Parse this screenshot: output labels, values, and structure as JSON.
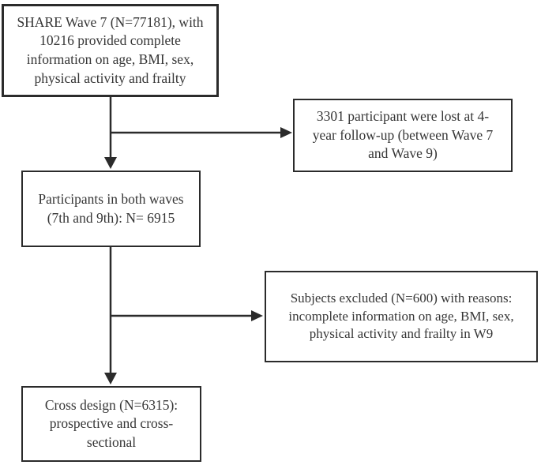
{
  "diagram": {
    "type": "flowchart",
    "colors": {
      "background": "#ffffff",
      "box_border": "#2b2b2b",
      "arrow": "#2b2b2b",
      "text": "#363636"
    },
    "nodes": [
      {
        "id": "share-wave7",
        "text": "SHARE Wave 7 (N=77181), with\n10216 provided complete\ninformation on age, BMI, sex,\nphysical activity and frailty"
      },
      {
        "id": "lost-followup",
        "text": "3301 participant were lost at 4-\nyear follow-up (between Wave 7\nand Wave 9)"
      },
      {
        "id": "both-waves",
        "text": "Participants in both waves\n(7th and 9th): N= 6915"
      },
      {
        "id": "subjects-excluded",
        "text": "Subjects excluded (N=600) with reasons:\nincomplete information on age, BMI, sex,\nphysical activity and frailty in W9"
      },
      {
        "id": "cross-design",
        "text": "Cross design (N=6315):\nprospective and cross-\nsectional"
      }
    ],
    "edges": [
      {
        "from": "share-wave7",
        "to": "both-waves",
        "direction": "down"
      },
      {
        "from": "share-wave7",
        "to": "lost-followup",
        "direction": "right"
      },
      {
        "from": "both-waves",
        "to": "cross-design",
        "direction": "down"
      },
      {
        "from": "both-waves",
        "to": "subjects-excluded",
        "direction": "right"
      }
    ]
  }
}
